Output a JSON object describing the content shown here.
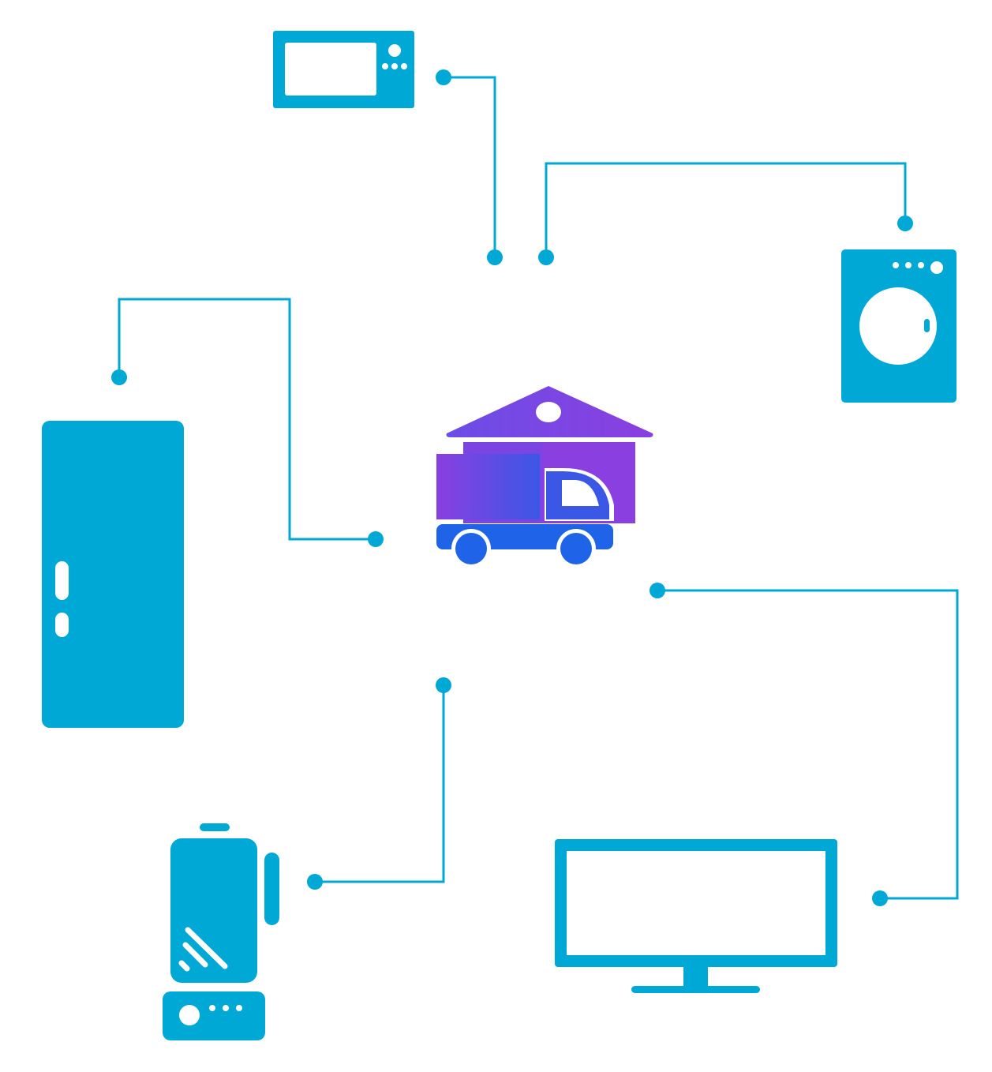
{
  "diagram": {
    "colors": {
      "appliance": "#00A8D6",
      "connector": "#00A8D6",
      "background": "#FFFFFF",
      "hub_gradient_start": "#8A3FE0",
      "hub_gradient_mid": "#3B57E6",
      "hub_truck_body": "#1E63E8"
    },
    "hub": {
      "icon": "delivery-truck-warehouse-icon"
    },
    "nodes": [
      {
        "id": "microwave",
        "icon": "microwave-icon"
      },
      {
        "id": "washing-machine",
        "icon": "washing-machine-icon"
      },
      {
        "id": "refrigerator",
        "icon": "refrigerator-icon"
      },
      {
        "id": "blender",
        "icon": "blender-icon"
      },
      {
        "id": "television",
        "icon": "television-icon"
      }
    ]
  }
}
